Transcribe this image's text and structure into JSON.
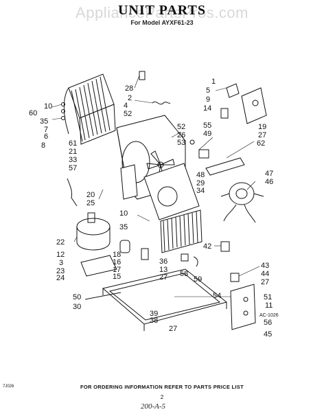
{
  "header": {
    "watermark": "AppliancePartsPros.com",
    "title": "UNIT PARTS",
    "subtitle": "For Model AYXF61-23"
  },
  "footer": {
    "instruction": "FOR ORDERING INFORMATION REFER TO PARTS PRICE LIST",
    "page_number": "2",
    "left_code": "7J026",
    "handwritten": "200-A-5",
    "diagram_code": "AC-1026"
  },
  "callouts": [
    {
      "id": "c28",
      "text": "28"
    },
    {
      "id": "c2",
      "text": "2"
    },
    {
      "id": "c4",
      "text": "4"
    },
    {
      "id": "c52a",
      "text": "52"
    },
    {
      "id": "c1",
      "text": "1"
    },
    {
      "id": "c5",
      "text": "5"
    },
    {
      "id": "c9",
      "text": "9"
    },
    {
      "id": "c14",
      "text": "14"
    },
    {
      "id": "c10a",
      "text": "10"
    },
    {
      "id": "c60",
      "text": "60"
    },
    {
      "id": "c35a",
      "text": "35"
    },
    {
      "id": "c7",
      "text": "7"
    },
    {
      "id": "c6",
      "text": "6"
    },
    {
      "id": "c8",
      "text": "8"
    },
    {
      "id": "c19",
      "text": "19"
    },
    {
      "id": "c27a",
      "text": "27"
    },
    {
      "id": "c62",
      "text": "62"
    },
    {
      "id": "c52b",
      "text": "52"
    },
    {
      "id": "c26",
      "text": "26"
    },
    {
      "id": "c53",
      "text": "53"
    },
    {
      "id": "c55",
      "text": "55"
    },
    {
      "id": "c49",
      "text": "49"
    },
    {
      "id": "c61",
      "text": "61"
    },
    {
      "id": "c21",
      "text": "21"
    },
    {
      "id": "c33",
      "text": "33"
    },
    {
      "id": "c57",
      "text": "57"
    },
    {
      "id": "c48",
      "text": "48"
    },
    {
      "id": "c29",
      "text": "29"
    },
    {
      "id": "c34",
      "text": "34"
    },
    {
      "id": "c47",
      "text": "47"
    },
    {
      "id": "c46",
      "text": "46"
    },
    {
      "id": "c20",
      "text": "20"
    },
    {
      "id": "c25",
      "text": "25"
    },
    {
      "id": "c10b",
      "text": "10"
    },
    {
      "id": "c35b",
      "text": "35"
    },
    {
      "id": "c22",
      "text": "22"
    },
    {
      "id": "c42",
      "text": "42"
    },
    {
      "id": "c12",
      "text": "12"
    },
    {
      "id": "c3",
      "text": "3"
    },
    {
      "id": "c23",
      "text": "23"
    },
    {
      "id": "c24",
      "text": "24"
    },
    {
      "id": "c18",
      "text": "18"
    },
    {
      "id": "c16",
      "text": "16"
    },
    {
      "id": "c17",
      "text": "17"
    },
    {
      "id": "c15",
      "text": "15"
    },
    {
      "id": "c36",
      "text": "36"
    },
    {
      "id": "c13",
      "text": "13"
    },
    {
      "id": "c27b",
      "text": "27"
    },
    {
      "id": "c58",
      "text": "58"
    },
    {
      "id": "c59",
      "text": "59"
    },
    {
      "id": "c43",
      "text": "43"
    },
    {
      "id": "c44",
      "text": "44"
    },
    {
      "id": "c27c",
      "text": "27"
    },
    {
      "id": "c54",
      "text": "54"
    },
    {
      "id": "c51",
      "text": "51"
    },
    {
      "id": "c11",
      "text": "11"
    },
    {
      "id": "c56",
      "text": "56"
    },
    {
      "id": "c45",
      "text": "45"
    },
    {
      "id": "c50",
      "text": "50"
    },
    {
      "id": "c30",
      "text": "30"
    },
    {
      "id": "c39",
      "text": "39"
    },
    {
      "id": "c38",
      "text": "38"
    },
    {
      "id": "c27d",
      "text": "27"
    }
  ]
}
